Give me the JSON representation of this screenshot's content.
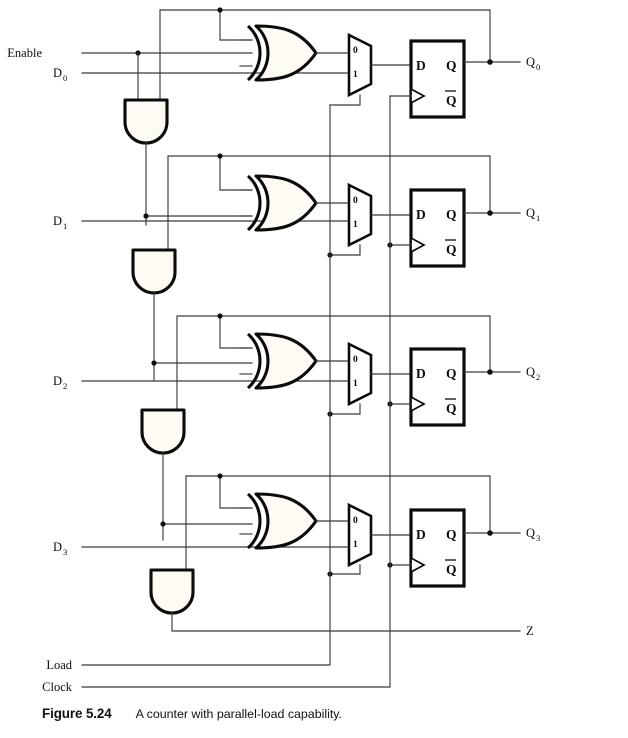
{
  "figure": {
    "caption_label": "Figure 5.24",
    "caption_text": "A counter with parallel-load capability.",
    "title": "A counter with parallel-load capability"
  },
  "colors": {
    "wire": "#3a3a3a",
    "outline": "#0b0b0b",
    "gate_fill": "#fdfbf4",
    "text": "#0d0d0d",
    "background": "#ffffff"
  },
  "inputs": {
    "enable": "Enable",
    "d0": "D",
    "d0_sub": "0",
    "d1": "D",
    "d1_sub": "1",
    "d2": "D",
    "d2_sub": "2",
    "d3": "D",
    "d3_sub": "3",
    "load": "Load",
    "clock": "Clock"
  },
  "outputs": {
    "q0": "Q",
    "q0_sub": "0",
    "q1": "Q",
    "q1_sub": "1",
    "q2": "Q",
    "q2_sub": "2",
    "q3": "Q",
    "q3_sub": "3",
    "z": "Z"
  },
  "flipflops": {
    "d_label": "D",
    "q_label": "Q",
    "qbar_label": "Q"
  },
  "mux": {
    "sel0": "0",
    "sel1": "1"
  },
  "stages": [
    {
      "index": 0,
      "data_input": "D0",
      "output": "Q0",
      "xor_inputs": [
        "Enable",
        "Q0"
      ],
      "mux_input_0": "XOR output",
      "mux_input_1": "D0",
      "mux_select": "Load",
      "and_inputs": [
        "Enable",
        "Q0"
      ],
      "ff_clock": "Clock"
    },
    {
      "index": 1,
      "data_input": "D1",
      "output": "Q1",
      "xor_inputs": [
        "AND0 output",
        "Q1"
      ],
      "mux_input_0": "XOR output",
      "mux_input_1": "D1",
      "mux_select": "Load",
      "and_inputs": [
        "AND0 output",
        "Q1"
      ],
      "ff_clock": "Clock"
    },
    {
      "index": 2,
      "data_input": "D2",
      "output": "Q2",
      "xor_inputs": [
        "AND1 output",
        "Q2"
      ],
      "mux_input_0": "XOR output",
      "mux_input_1": "D2",
      "mux_select": "Load",
      "and_inputs": [
        "AND1 output",
        "Q2"
      ],
      "ff_clock": "Clock"
    },
    {
      "index": 3,
      "data_input": "D3",
      "output": "Q3",
      "xor_inputs": [
        "AND2 output",
        "Q3"
      ],
      "mux_input_0": "XOR output",
      "mux_input_1": "D3",
      "mux_select": "Load",
      "and_inputs": [
        "AND2 output",
        "Q3"
      ],
      "ff_clock": "Clock"
    }
  ],
  "gates": {
    "and_count": 4,
    "xor_count": 4,
    "mux_count": 4,
    "flipflop_count": 4,
    "z_source": "AND3 output"
  }
}
